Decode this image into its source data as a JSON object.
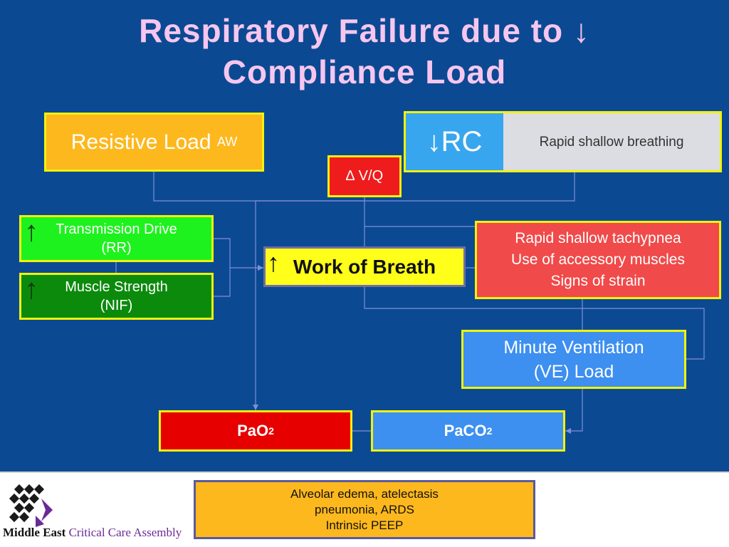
{
  "title": {
    "line1": "Respiratory Failure due to ↓",
    "line2": "Compliance Load"
  },
  "nodes": {
    "resistive_load": {
      "text": "Resistive Load",
      "subscript": "AW"
    },
    "rc": "↓RC",
    "rapid_shallow_breathing": "Rapid shallow breathing",
    "vq": "∆ V/Q",
    "transmission_drive": {
      "arrow": "↑",
      "line1": "Transmission Drive",
      "line2": "(RR)"
    },
    "muscle_strength": {
      "arrow": "↑",
      "line1": "Muscle Strength",
      "line2": "(NIF)"
    },
    "work_of_breath": {
      "arrow": "↑",
      "text": "Work of Breath"
    },
    "signs": {
      "line1": "Rapid shallow tachypnea",
      "line2": "Use of accessory muscles",
      "line3": "Signs of strain"
    },
    "minute_ventilation": {
      "line1": "Minute Ventilation",
      "line2": "(VE) Load"
    },
    "pao2": {
      "text": "PaO",
      "subscript": "2"
    },
    "paco2": {
      "text": "PaCO",
      "subscript": "2"
    },
    "causes": {
      "line1": "Alveolar edema, atelectasis",
      "line2": "pneumonia, ARDS",
      "line3": "Intrinsic PEEP"
    }
  },
  "logo": {
    "name_part1": "Middle East",
    "name_part2": "Critical Care Assembly"
  },
  "colors": {
    "background": "#0b4a92",
    "title": "#f6c6ef",
    "resistive": "#fdb81e",
    "rc": "#38a6ee",
    "vq": "#ee1c1c",
    "transmission": "#1ef21e",
    "muscle": "#0c8a0c",
    "work_of_breath": "#ffff1a",
    "signs": "#f04a4a",
    "minute_ventilation": "#3d8ff0",
    "pao2": "#e60000",
    "paco2": "#3d8ff0",
    "logo_accent": "#6a2a96"
  }
}
